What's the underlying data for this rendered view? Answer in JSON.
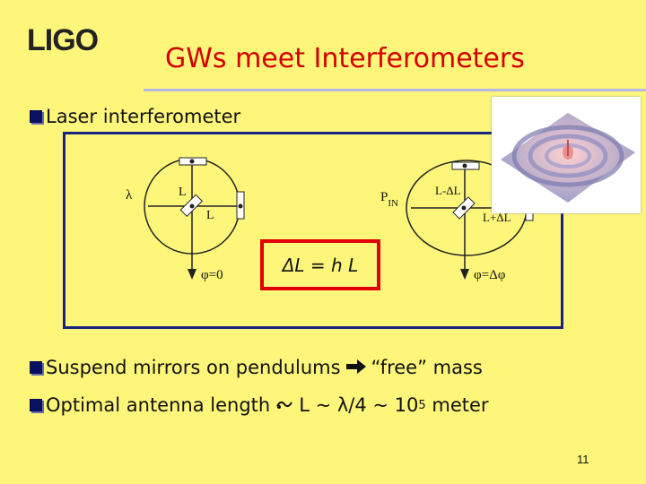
{
  "header": {
    "logo_text": "LIGO",
    "title": "GWs meet Interferometers"
  },
  "bullets": [
    {
      "text": "Laser interferometer"
    },
    {
      "before": "Suspend mirrors on pendulums",
      "after": "“free” mass",
      "icon": "arrow-right-icon"
    },
    {
      "before": "Optimal antenna length",
      "formula": "L ~ λ/4 ~ 10",
      "exponent": "5",
      "unit": "meter",
      "icon": "implies-icon"
    }
  ],
  "diagram": {
    "left": {
      "lambda": "λ",
      "arm1": "L",
      "arm2": "L",
      "phase": "φ=0"
    },
    "right": {
      "pin_p": "P",
      "pin_sub": "IN",
      "arm1": "L-ΔL",
      "arm2": "L+ΔL",
      "phase": "φ=Δφ"
    },
    "formula": "ΔL = h L"
  },
  "colors": {
    "background": "#fdf67a",
    "title": "#d40000",
    "frame": "#1a237e",
    "formula_border": "#e00000"
  },
  "page_number": "11"
}
